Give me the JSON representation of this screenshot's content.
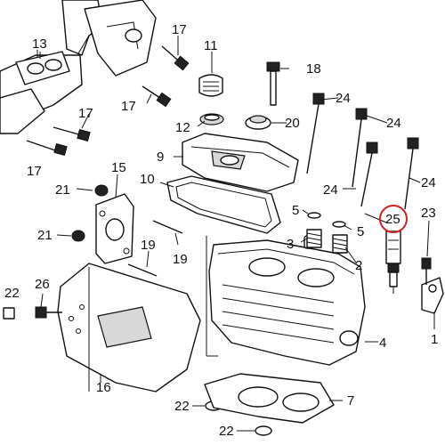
{
  "diagram": {
    "highlight_color": "#d21f1f",
    "line_color": "#111111",
    "callouts": {
      "n1": "1",
      "n2": "2",
      "n3": "3",
      "n4": "4",
      "n5a": "5",
      "n5b": "5",
      "n7": "7",
      "n9": "9",
      "n10": "10",
      "n11": "11",
      "n12": "12",
      "n13": "13",
      "n15": "15",
      "n16": "16",
      "n17a": "17",
      "n17b": "17",
      "n17c": "17",
      "n17d": "17",
      "n18": "18",
      "n19a": "19",
      "n19b": "19",
      "n20": "20",
      "n21a": "21",
      "n21b": "21",
      "n22a": "22",
      "n22b": "22",
      "n22c": "22",
      "n23": "23",
      "n24a": "24",
      "n24b": "24",
      "n24c": "24",
      "n24d": "24",
      "n25": "25",
      "n26": "26"
    }
  }
}
